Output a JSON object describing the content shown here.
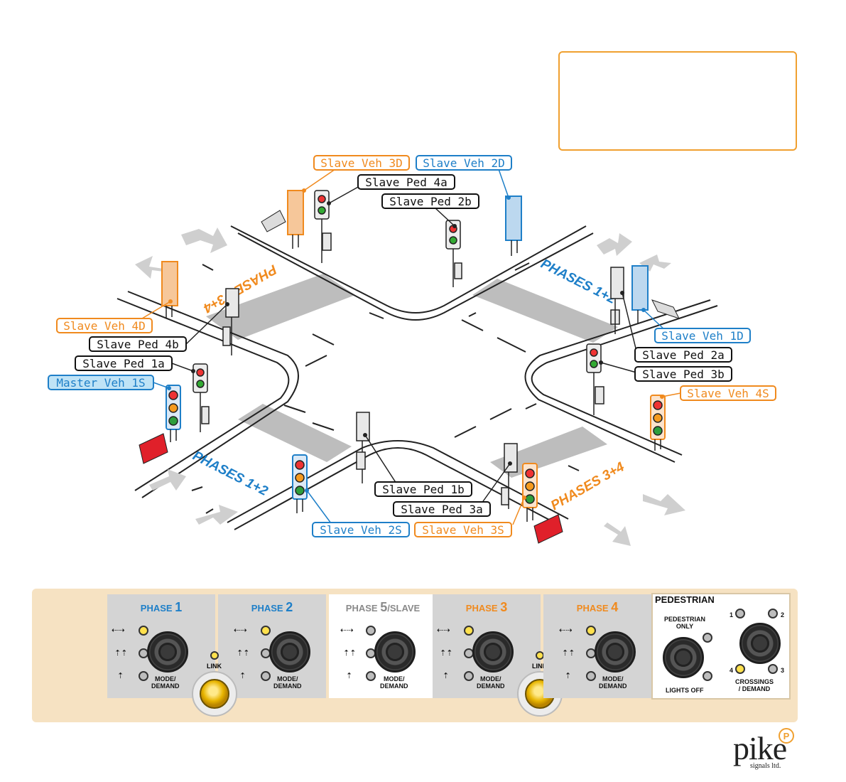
{
  "colors": {
    "orange": "#f08a1e",
    "blue": "#1e7fc8",
    "black": "#111111",
    "panel_bg": "#f6e2c2",
    "card_grey": "#d4d4d4",
    "led_on": "#ffe14d"
  },
  "labels": {
    "slave_veh_3d": "Slave Veh 3D",
    "slave_veh_2d": "Slave Veh 2D",
    "slave_ped_4a": "Slave Ped 4a",
    "slave_ped_2b": "Slave Ped 2b",
    "slave_veh_4d": "Slave Veh 4D",
    "slave_ped_4b": "Slave Ped 4b",
    "slave_ped_1a": "Slave Ped 1a",
    "master_veh_1s": "Master Veh 1S",
    "slave_veh_1d": "Slave Veh 1D",
    "slave_ped_2a": "Slave Ped 2a",
    "slave_ped_3b": "Slave Ped 3b",
    "slave_veh_4s": "Slave Veh 4S",
    "slave_ped_1b": "Slave Ped 1b",
    "slave_ped_3a": "Slave Ped 3a",
    "slave_veh_2s": "Slave Veh 2S",
    "slave_veh_3s": "Slave Veh 3S"
  },
  "road_text": {
    "phases_34_nw": "PHASES 3+4",
    "phases_12_ne": "PHASES 1+2",
    "phases_12_sw": "PHASES 1+2",
    "phases_34_se": "PHASES 3+4"
  },
  "panel": {
    "phases": [
      {
        "word": "PHASE",
        "num": "1",
        "suffix": "",
        "color": "#1e7fc8",
        "leds": [
          true,
          false,
          false
        ]
      },
      {
        "word": "PHASE",
        "num": "2",
        "suffix": "",
        "color": "#1e7fc8",
        "leds": [
          true,
          false,
          false
        ]
      },
      {
        "word": "PHASE",
        "num": "5",
        "suffix": "/SLAVE",
        "color": "#8a8a8a",
        "leds": [
          false,
          false,
          false
        ]
      },
      {
        "word": "PHASE",
        "num": "3",
        "suffix": "",
        "color": "#f08a1e",
        "leds": [
          true,
          false,
          false
        ]
      },
      {
        "word": "PHASE",
        "num": "4",
        "suffix": "",
        "color": "#f08a1e",
        "leds": [
          true,
          false,
          false
        ]
      }
    ],
    "arrow_left_right": "⇠⇢",
    "arrow_up_double": "⇡⇡",
    "arrow_up": "⇡",
    "mode_demand": "MODE/\nDEMAND",
    "link_label": "LINK",
    "pedestrian": {
      "title": "PEDESTRIAN",
      "pedestrian_only": "PEDESTRIAN\nONLY",
      "lights_off": "LIGHTS OFF",
      "crossings_demand": "CROSSINGS\n/ DEMAND",
      "crossing_numbers": [
        "1",
        "2",
        "3",
        "4"
      ],
      "crossing_leds_on": [
        false,
        false,
        false,
        true
      ]
    }
  },
  "logo": {
    "word": "pike",
    "sub": "signals ltd.",
    "badge": "P"
  }
}
